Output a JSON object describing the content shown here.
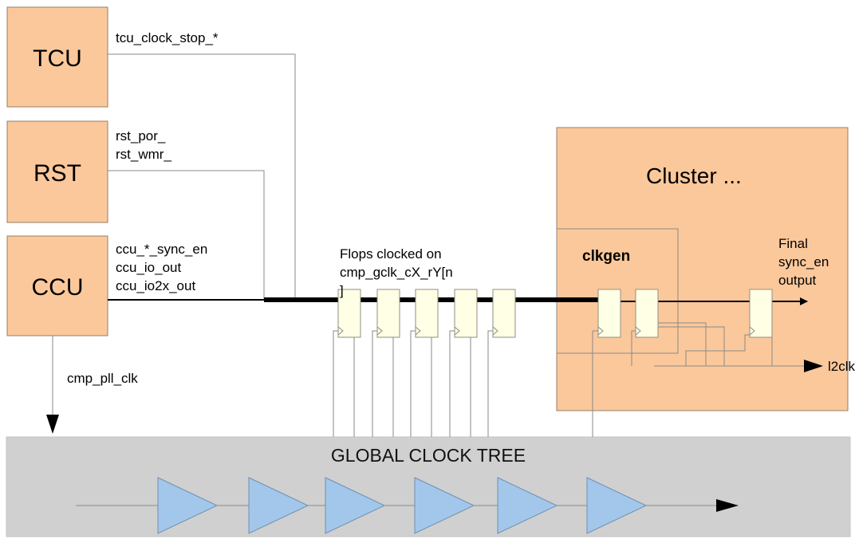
{
  "blocks": {
    "tcu": "TCU",
    "rst": "RST",
    "ccu": "CCU"
  },
  "signals": {
    "tcu_clock_stop": "tcu_clock_stop_*",
    "rst_por": "rst_por_",
    "rst_wmr": "rst_wmr_",
    "ccu_sync_en": "ccu_*_sync_en",
    "ccu_io_out": "ccu_io_out",
    "ccu_io2x_out": "ccu_io2x_out",
    "cmp_pll_clk": "cmp_pll_clk"
  },
  "flops_label": {
    "line1": "Flops clocked on",
    "line2": "cmp_gclk_cX_rY[n",
    "line3": "]"
  },
  "cluster": {
    "title": "Cluster ...",
    "clkgen": "clkgen",
    "final_line1": "Final",
    "final_line2": "sync_en",
    "final_line3": "output",
    "l2clk": "l2clk"
  },
  "clock_tree": {
    "title": "GLOBAL CLOCK TREE"
  },
  "colors": {
    "block_fill": "#fbc89b",
    "flop_fill": "#ffffe6",
    "buffer_fill": "#a3c7ea",
    "tree_fill": "#d0d0d0"
  }
}
